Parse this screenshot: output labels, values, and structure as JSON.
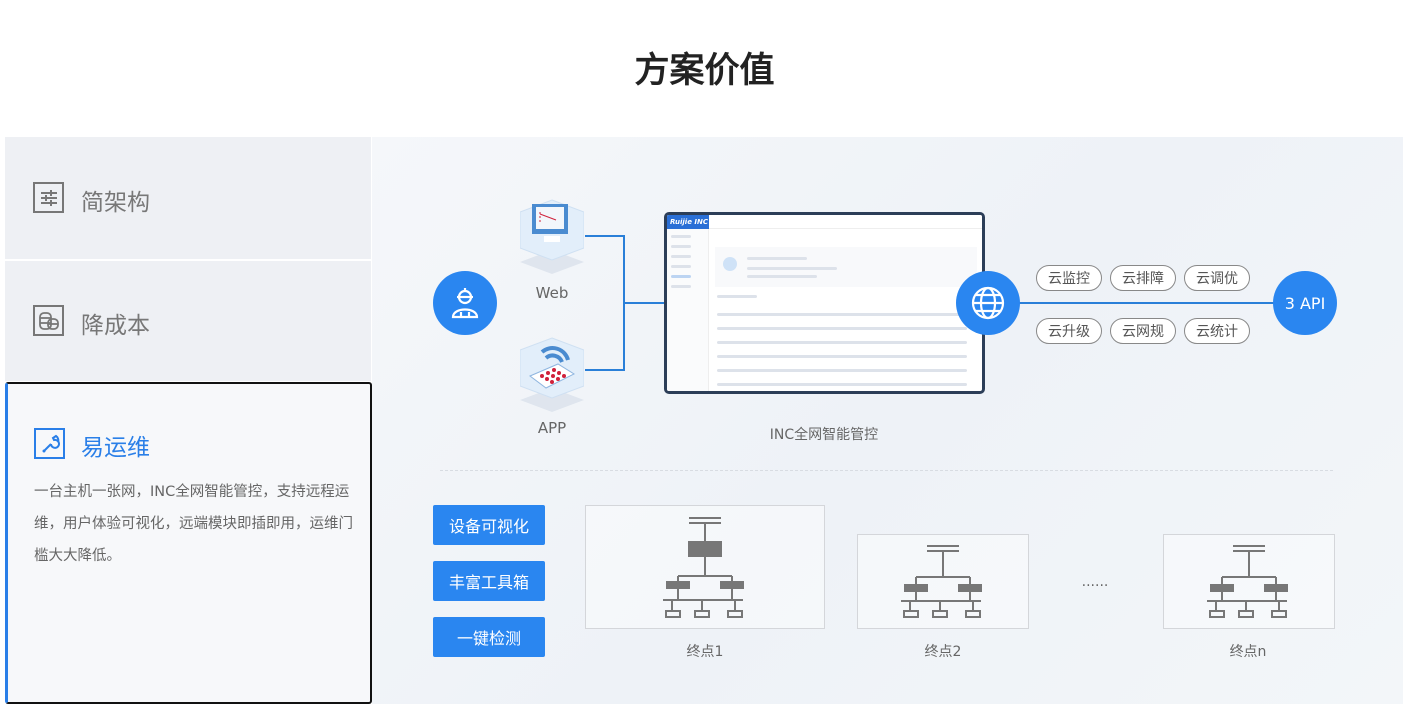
{
  "title": "方案价值",
  "tabs": [
    {
      "label": "简架构",
      "icon": "sliders-icon"
    },
    {
      "label": "降成本",
      "icon": "coins-icon"
    },
    {
      "label": "易运维",
      "icon": "wrench-icon",
      "active": true,
      "description": "一台主机一张网，INC全网智能管控，支持远程运维，用户体验可视化，远端模块即插即用，运维门槛大大降低。"
    }
  ],
  "diagram": {
    "clients": [
      "Web",
      "APP"
    ],
    "platform_label": "INC全网智能管控",
    "screen_brand": "Ruijie INC",
    "cloud_services": [
      "云监控",
      "云排障",
      "云调优",
      "云升级",
      "云网规",
      "云统计"
    ],
    "api_label": "3 API",
    "features": [
      "设备可视化",
      "丰富工具箱",
      "一键检测"
    ],
    "endpoints": [
      "终点1",
      "终点2",
      "终点n"
    ],
    "ellipsis": "......"
  },
  "colors": {
    "accent": "#2a86f0",
    "text": "#666666"
  }
}
